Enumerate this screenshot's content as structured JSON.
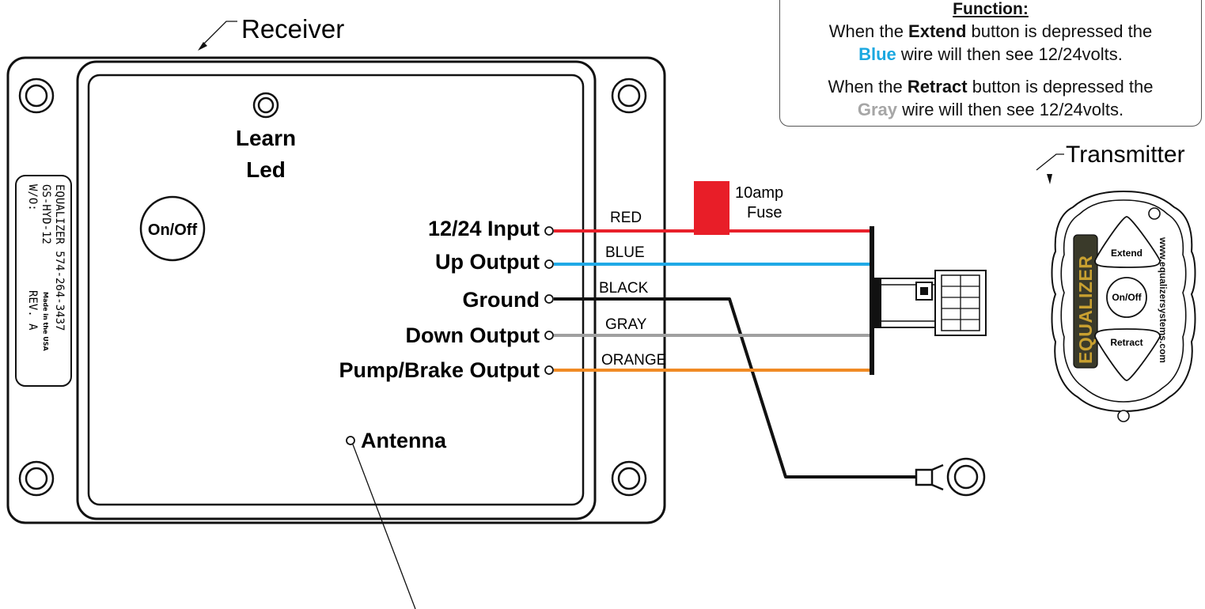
{
  "receiver": {
    "title": "Receiver",
    "learn_line1": "Learn",
    "learn_line2": "Led",
    "onoff": "On/Off",
    "antenna": "Antenna",
    "side_label": {
      "line1": "EQUALIZER   574-264-3437",
      "line2": "GS-HYD-12",
      "line2_small": "Made in the USA",
      "line3": "W/O:",
      "line3_right": "REV. A"
    },
    "terminals": [
      {
        "label": "12/24 Input"
      },
      {
        "label": "Up Output"
      },
      {
        "label": "Ground"
      },
      {
        "label": "Down Output"
      },
      {
        "label": "Pump/Brake Output"
      }
    ]
  },
  "wires": [
    {
      "name": "RED",
      "color": "#e8202a"
    },
    {
      "name": "BLUE",
      "color": "#1fa9e6"
    },
    {
      "name": "BLACK",
      "color": "#111111"
    },
    {
      "name": "GRAY",
      "color": "#a0a0a0"
    },
    {
      "name": "ORANGE",
      "color": "#f08a24"
    }
  ],
  "fuse": {
    "line1": "10amp",
    "line2": "Fuse",
    "color": "#e81e28"
  },
  "function_box": {
    "title": "Function:",
    "p1_pre": "When the ",
    "p1_bold": "Extend",
    "p1_mid": " button is depressed the",
    "p1_color_word": "Blue",
    "p1_post": " wire will then see 12/24volts.",
    "p2_pre": "When the ",
    "p2_bold": "Retract",
    "p2_mid": " button is depressed the",
    "p2_color_word": "Gray",
    "p2_post": " wire will then see 12/24volts."
  },
  "transmitter": {
    "title": "Transmitter",
    "brand": "EQUALIZER",
    "website": "www.equalizersystems.com",
    "extend": "Extend",
    "onoff": "On/Off",
    "retract": "Retract"
  }
}
